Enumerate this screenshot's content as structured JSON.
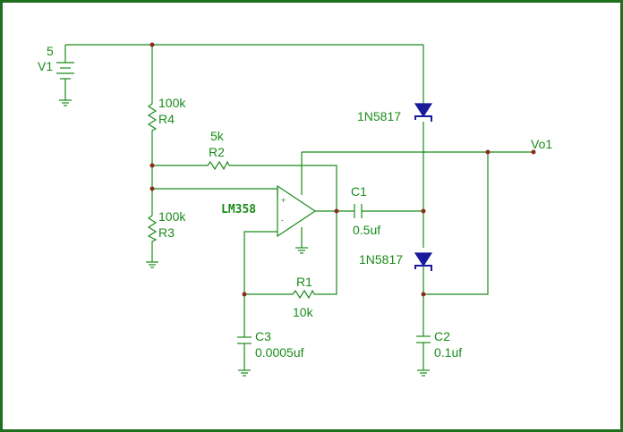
{
  "components": {
    "v1": {
      "value": "5",
      "name": "V1"
    },
    "r4": {
      "value": "100k",
      "name": "R4"
    },
    "r2": {
      "value": "5k",
      "name": "R2"
    },
    "r3": {
      "value": "100k",
      "name": "R3"
    },
    "r1": {
      "value": "10k",
      "name": "R1"
    },
    "c1": {
      "name": "C1",
      "value": "0.5uf"
    },
    "c2": {
      "name": "C2",
      "value": "0.1uf"
    },
    "c3": {
      "name": "C3",
      "value": "0.0005uf"
    },
    "u1": {
      "name": "LM358",
      "plus": "+",
      "minus": "-"
    },
    "d1": {
      "name": "1N5817"
    },
    "d2": {
      "name": "1N5817"
    },
    "out": {
      "name": "Vo1"
    }
  },
  "colors": {
    "wire": "#1a8c1a",
    "node": "#8b2b1e",
    "diode": "#1a1a9c",
    "border": "#1e6f1e"
  }
}
